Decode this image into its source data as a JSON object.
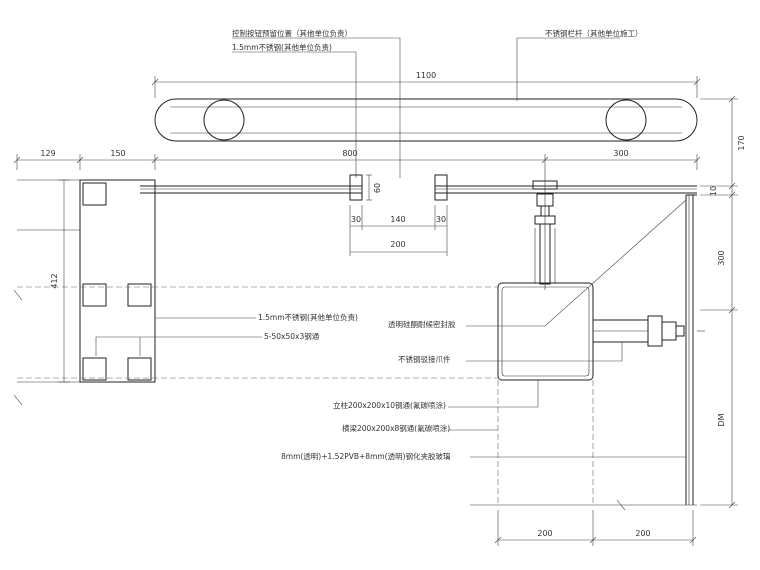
{
  "labels": {
    "cable_reserve": "控制按钮预留位置（其他单位负责）",
    "ss_sheet_top": "1.5mm不锈钢(其他单位负责)",
    "ss_handrail": "不锈钢栏杆（其他单位施工）",
    "ss_sheet_mid": "1.5mm不锈钢(其他单位负责)",
    "tube_steel": "5-50x50x3钢通",
    "glass_clamp": "透明硅酮耐候密封胶",
    "ss_connector": "不锈钢驳接爪件",
    "column": "立柱200x200x10钢通(氟碳喷涂)",
    "beam": "横梁200x200x8钢通(氟碳喷涂)",
    "glass": "8mm(透明)+1.52PVB+8mm(透明)钢化夹胶玻璃"
  },
  "dims": {
    "d1100": "1100",
    "d129": "129",
    "d150": "150",
    "d800": "800",
    "d300h": "300",
    "d170": "170",
    "d60": "60",
    "d10": "10",
    "d30a": "30",
    "d140": "140",
    "d30b": "30",
    "d200mid": "200",
    "d300v": "300",
    "d412": "412",
    "dDM": "DM",
    "d200a": "200",
    "d200b": "200"
  }
}
